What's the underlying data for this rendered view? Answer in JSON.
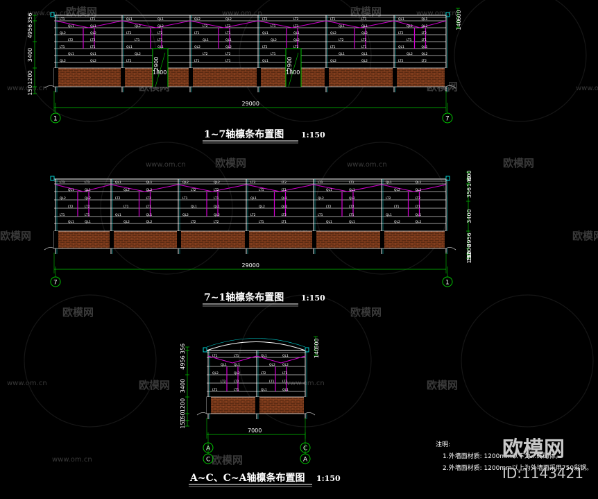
{
  "colors": {
    "background": "#000000",
    "frame": "#ffffff",
    "purlin_line": "#cfcfcf",
    "brace": "#d400d4",
    "column": "#00d4d4",
    "brick": "#b4552a",
    "dim_line": "#00c800",
    "axis_circle": "#00c800",
    "ground": "#b0b0b0",
    "watermark": "#3a3a3a"
  },
  "watermarks": {
    "url": "www.om.cn",
    "brand": "欧模网",
    "stamp_brand": "欧模网",
    "stamp_id": "ID:1143421"
  },
  "views": [
    {
      "title": "1~7轴檩条布置图",
      "scale": "1:150",
      "total_dim": "29000",
      "axis_left": "1",
      "axis_right": "7",
      "side_dims_left": [
        "150",
        "1200",
        "3400",
        "4956",
        "356"
      ],
      "side_dims_right": [
        "600",
        "140"
      ],
      "openings": [
        {
          "height": "2900",
          "width": "1800"
        },
        {
          "height": "2900",
          "width": "1800"
        }
      ]
    },
    {
      "title": "7~1轴檩条布置图",
      "scale": "1:150",
      "total_dim": "29000",
      "axis_left": "7",
      "axis_right": "1",
      "side_dims_left": [],
      "side_dims_right": [
        "600",
        "140",
        "356",
        "3400",
        "4956",
        "1200",
        "150",
        "150"
      ]
    },
    {
      "title": "A~C、C~A轴檩条布置图",
      "scale": "1:150",
      "total_dim": "7000",
      "axis_left_top": "A",
      "axis_left_bottom": "C",
      "axis_right_top": "C",
      "axis_right_bottom": "A",
      "side_dims_left": [
        "150",
        "150",
        "1200",
        "3400",
        "4956",
        "356"
      ],
      "side_dims_right": [
        "600",
        "140"
      ]
    }
  ],
  "purlin_labels": [
    "LT1",
    "QL1",
    "QL2",
    "LT2"
  ],
  "notes": {
    "heading": "注明:",
    "items": [
      "1.外墙面材质: 1200mm以下为...砖砌体。",
      "2.外墙面材质: 1200mm以上为外墙面采用750彩钢。"
    ]
  }
}
